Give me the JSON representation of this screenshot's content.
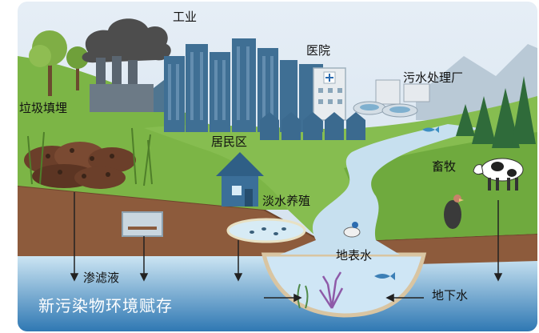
{
  "labels": {
    "industry": "工业",
    "hospital": "医院",
    "wastewater_plant": "污水处理厂",
    "landfill": "垃圾填埋",
    "residential": "居民区",
    "livestock": "畜牧",
    "aquaculture": "淡水养殖",
    "surface_water": "地表水",
    "leachate": "渗滤液",
    "groundwater": "地下水"
  },
  "caption": "新污染物环境赋存",
  "colors": {
    "sky": "#dde9f4",
    "grass": "#7cb546",
    "grass_dark": "#5f9a34",
    "soil": "#8a5a3c",
    "water_river": "#c7e0ef",
    "groundwater_band": "#bcdcef",
    "building": "#3f6f94",
    "smoke": "#4d4d4d"
  },
  "icons": [
    "factory-icon",
    "hospital-cross-icon",
    "house-icon",
    "cow-icon",
    "vulture-icon",
    "fish-icon",
    "tree-icon",
    "coral-icon"
  ]
}
